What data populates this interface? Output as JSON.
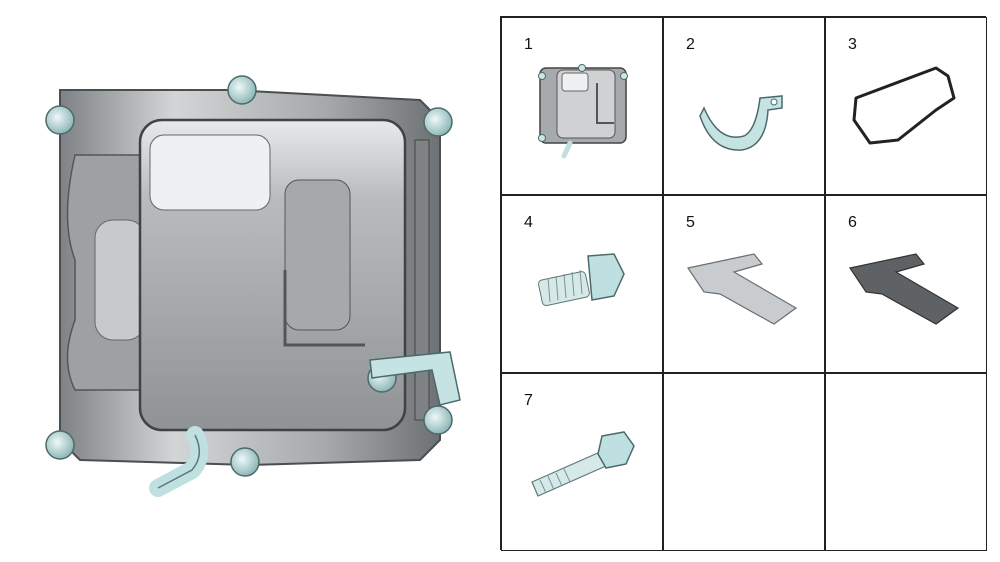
{
  "parts": [
    {
      "number": "1",
      "icon": "oil-pan-icon"
    },
    {
      "number": "2",
      "icon": "bracket-clip-icon"
    },
    {
      "number": "3",
      "icon": "gasket-icon"
    },
    {
      "number": "4",
      "icon": "flange-bolt-short-icon"
    },
    {
      "number": "5",
      "icon": "plate-light-icon"
    },
    {
      "number": "6",
      "icon": "plate-dark-icon"
    },
    {
      "number": "7",
      "icon": "flange-bolt-long-icon"
    },
    {
      "number": "",
      "icon": ""
    },
    {
      "number": "",
      "icon": ""
    }
  ],
  "colors": {
    "metal": "#b9bcbe",
    "metal_dark": "#8e9294",
    "bolt_teal": "#bfe0e0",
    "grid_line": "#222222"
  }
}
